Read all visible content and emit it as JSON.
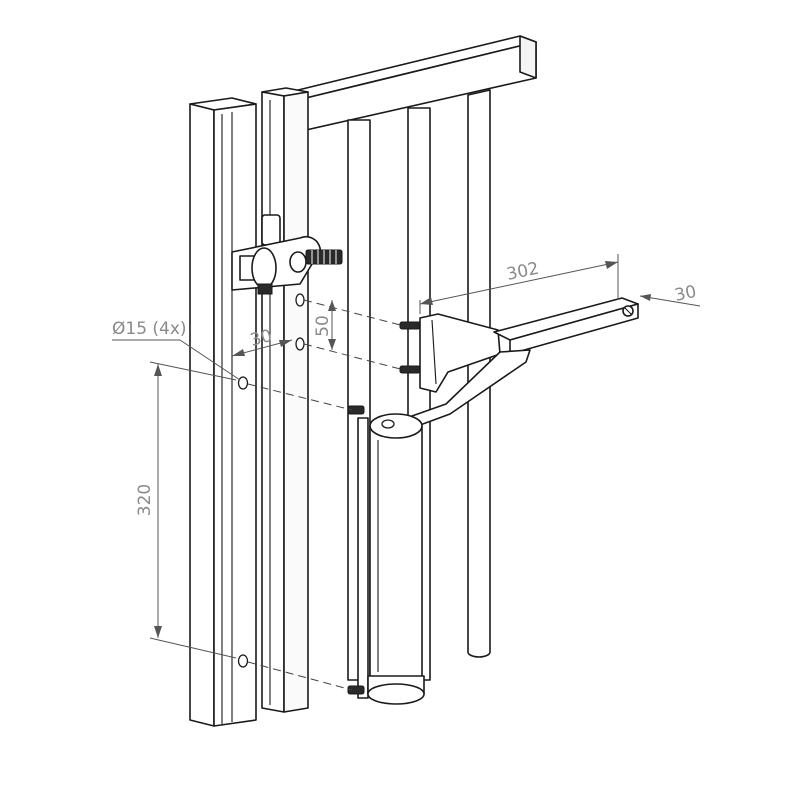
{
  "dimensions": {
    "hole_diameter": "Ø15 (4x)",
    "horizontal_offset": "30",
    "vertical_spacing_short": "50",
    "vertical_spacing_long": "320",
    "arm_length": "302",
    "arm_width": "30"
  }
}
